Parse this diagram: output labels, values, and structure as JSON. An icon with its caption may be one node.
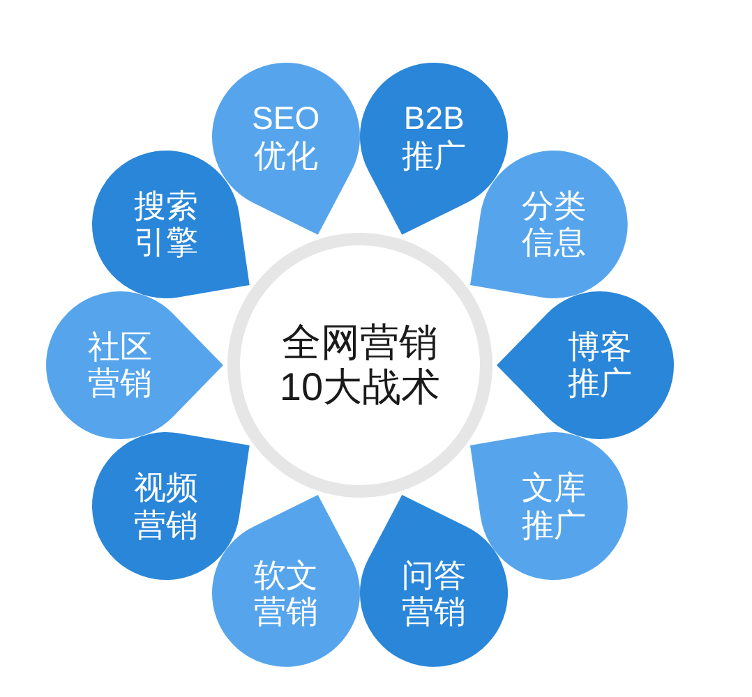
{
  "diagram": {
    "nodes": [
      {
        "text": [
          "全网营销10大战术"
        ]
      },
      {
        "text": [
          "SEO优化"
        ]
      },
      {
        "text": [
          "B2B推广"
        ]
      },
      {
        "text": [
          "分类信息"
        ]
      },
      {
        "text": [
          "博客推广"
        ]
      },
      {
        "text": [
          "文库推广"
        ]
      },
      {
        "text": [
          "问答营销"
        ]
      },
      {
        "text": [
          "软文营销"
        ]
      },
      {
        "text": [
          "视频营销"
        ]
      },
      {
        "text": [
          "社区营销"
        ]
      },
      {
        "text": [
          "搜索引擎"
        ]
      }
    ]
  }
}
